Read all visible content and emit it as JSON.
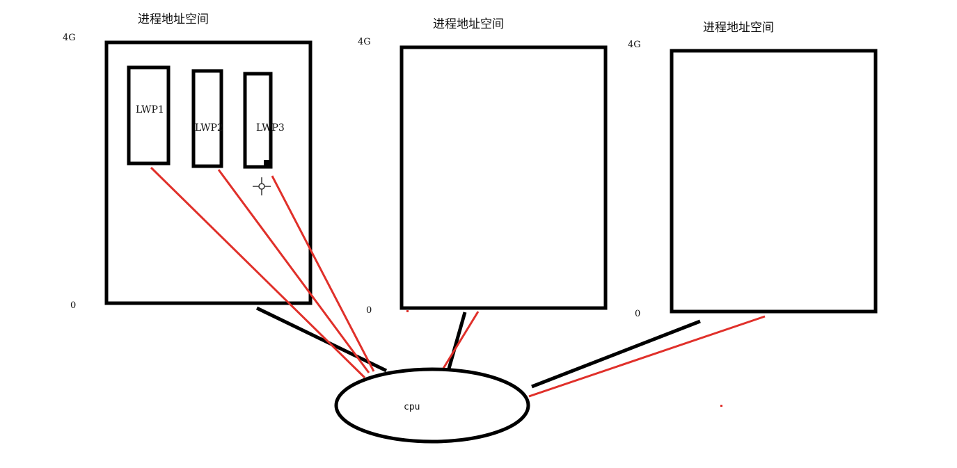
{
  "process_spaces": [
    {
      "title": "进程地址空间",
      "top_label": "4G",
      "bottom_label": "0",
      "threads": [
        "LWP1",
        "LWP2",
        "LWP3"
      ]
    },
    {
      "title": "进程地址空间",
      "top_label": "4G",
      "bottom_label": "0",
      "threads": []
    },
    {
      "title": "进程地址空间",
      "top_label": "4G",
      "bottom_label": "0",
      "threads": []
    }
  ],
  "cpu": {
    "label": "cpu"
  },
  "colors": {
    "outline": "#000000",
    "thread_link": "#e0302a",
    "process_link": "#000000"
  },
  "icons": {
    "cursor": "crosshair-cursor-icon"
  }
}
